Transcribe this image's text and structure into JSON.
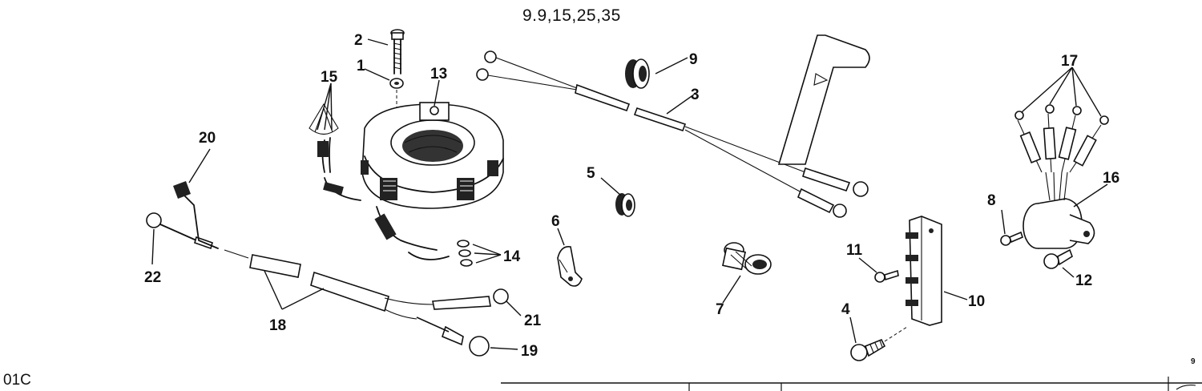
{
  "header": {
    "models": "9.9,15,25,35"
  },
  "footer": {
    "code": "01C",
    "page_mark": "9"
  },
  "callouts": {
    "c1": "1",
    "c2": "2",
    "c3": "3",
    "c4": "4",
    "c5": "5",
    "c6": "6",
    "c7": "7",
    "c8": "8",
    "c9": "9",
    "c10": "10",
    "c11": "11",
    "c12": "12",
    "c13": "13",
    "c14": "14",
    "c15": "15",
    "c16": "16",
    "c17": "17",
    "c18": "18",
    "c19": "19",
    "c20": "20",
    "c21": "21",
    "c22": "22"
  }
}
